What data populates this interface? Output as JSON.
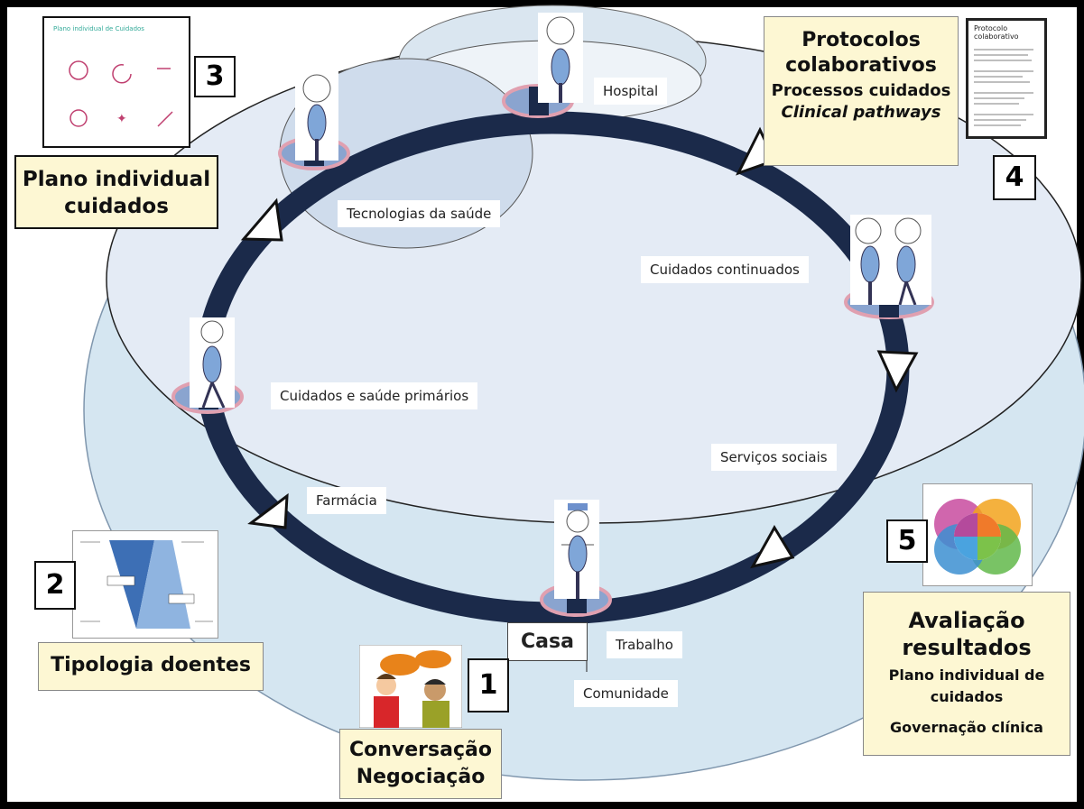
{
  "stations": {
    "hospital": "Hospital",
    "tecnologias": "Tecnologias da saúde",
    "continuados": "Cuidados continuados",
    "primarios": "Cuidados e saúde primários",
    "sociais": "Serviços sociais",
    "farmacia": "Farmácia",
    "casa": "Casa",
    "trabalho": "Trabalho",
    "comunidade": "Comunidade"
  },
  "boxes": {
    "plano": "Plano individual cuidados",
    "protocolos_title": "Protocolos colaborativos",
    "protocolos_sub1": "Processos cuidados",
    "protocolos_sub2": "Clinical pathways",
    "tipologia": "Tipologia doentes",
    "conversacao": "Conversação Negociação",
    "avaliacao_title": "Avaliação resultados",
    "avaliacao_sub1": "Plano individual de cuidados",
    "avaliacao_sub2": "Governação clínica"
  },
  "numbers": {
    "n1": "1",
    "n2": "2",
    "n3": "3",
    "n4": "4",
    "n5": "5"
  },
  "thumbnails": {
    "plano_title": "Plano individual de Cuidados",
    "protocolo_title": "Protocolo colaborativo"
  },
  "colors": {
    "ring": "#1b2a4a",
    "outer_ellipse": "#d5e6f1",
    "inner_ellipse": "#e4ebf5",
    "cream": "#fdf7d3",
    "marker": "#e0a0b0"
  }
}
